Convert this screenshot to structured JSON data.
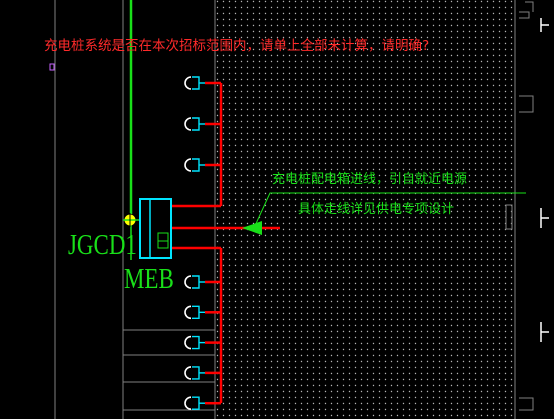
{
  "colors": {
    "background": "#000000",
    "annotation_red": "#ff2a2a",
    "green": "#19e019",
    "cyan": "#00e5ff",
    "grey": "#808080",
    "dot_fill": "#b4b4b4",
    "yellow": "#ffff00"
  },
  "annotations": {
    "review_comment": "充电桩系统是否在本次招标范围内，请单上全部未计算，请明确?",
    "feed_note_line1": "充电桩配电箱进线，引自就近电源",
    "feed_note_line2": "具体走线详见供电专项设计"
  },
  "labels": {
    "panel_tag": "JGCD1",
    "bonding_tag": "MEB"
  },
  "outlets": {
    "upper_count": 3,
    "lower_count": 5,
    "icon": "ev-charging-outlet-icon"
  }
}
